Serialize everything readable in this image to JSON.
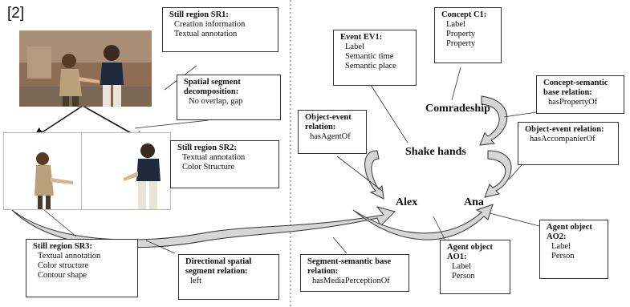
{
  "reference": "[2]",
  "boxes": {
    "sr1": {
      "title": "Still region SR1:",
      "items": [
        "Creation information",
        "Textual annotation"
      ]
    },
    "spatial_decomp": {
      "title": "Spatial segment decomposition:",
      "items": [
        "No overlap, gap"
      ]
    },
    "sr2": {
      "title": "Still region SR2:",
      "items": [
        "Textual annotation",
        "Color Structure"
      ]
    },
    "sr3": {
      "title": "Still region SR3:",
      "items": [
        "Textual annotation",
        "Color structure",
        "Contour shape"
      ]
    },
    "directional": {
      "title": "Directional spatial segment relation:",
      "items": [
        "left"
      ]
    },
    "segment_semantic": {
      "title": "Segment-semantic base relation:",
      "items": [
        "hasMediaPerceptionOf"
      ]
    },
    "event_ev1": {
      "title": "Event EV1:",
      "items": [
        "Label",
        "Semantic time",
        "Semantic place"
      ]
    },
    "concept_c1": {
      "title": "Concept C1:",
      "items": [
        "Label",
        "Property",
        "Property"
      ]
    },
    "concept_semantic": {
      "title": "Concept-semantic base relation:",
      "items": [
        "hasPropertyOf"
      ]
    },
    "obj_event_left": {
      "title": "Object-event relation:",
      "items": [
        "hasAgentOf"
      ]
    },
    "obj_event_right": {
      "title": "Object-event relation:",
      "items": [
        "hasAccompanierOf"
      ]
    },
    "agent_ao1": {
      "title": "Agent object AO1:",
      "items": [
        "Label",
        "Person"
      ]
    },
    "agent_ao2": {
      "title": "Agent object AO2:",
      "items": [
        "Label",
        "Person"
      ]
    }
  },
  "nodes": {
    "comradeship": "Comradeship",
    "shake_hands": "Shake hands",
    "alex": "Alex",
    "ana": "Ana"
  },
  "colors": {
    "arrow_fill": "#d6d6d6",
    "outline": "#333333",
    "divider": "#777777"
  }
}
